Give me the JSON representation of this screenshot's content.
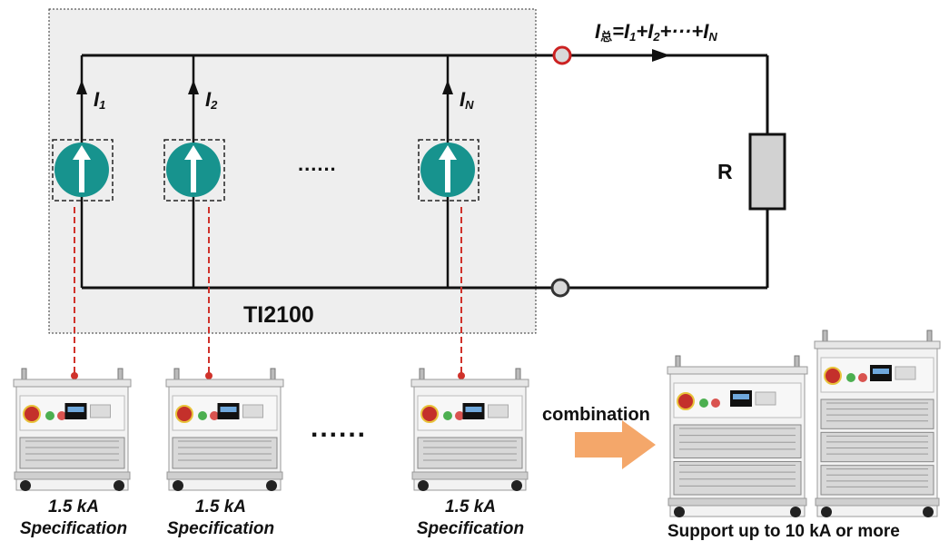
{
  "colors": {
    "source_fill": "#17938e",
    "probe_line": "#d0322b",
    "arrow_fill": "#f4a76a",
    "panel_fill": "#eeeeee",
    "resistor_fill": "#d2d2d2",
    "terminal_top": "#cc2222",
    "terminal_bottom": "#333333"
  },
  "icons": [
    "current-source-icon",
    "arrow-right-icon",
    "power-supply-cabinet-icon",
    "terminal-icon",
    "resistor-icon"
  ],
  "circuit": {
    "total_current": {
      "main": "I",
      "sub": "总",
      "rest": "=I",
      "terms": [
        "1",
        "2",
        "N"
      ]
    },
    "branches": [
      {
        "symbol": "I",
        "index": "1"
      },
      {
        "symbol": "I",
        "index": "2"
      },
      {
        "symbol": "I",
        "index": "N"
      }
    ],
    "ellipsis": "......",
    "resistor_label": "R",
    "device_label": "TI2100"
  },
  "units": [
    {
      "rating": "1.5 kA",
      "caption": "Specification"
    },
    {
      "rating": "1.5 kA",
      "caption": "Specification"
    },
    {
      "rating": "1.5 kA",
      "caption": "Specification"
    }
  ],
  "units_ellipsis": "......",
  "combination": {
    "label": "combination",
    "caption": "Support up to 10 kA or more"
  }
}
